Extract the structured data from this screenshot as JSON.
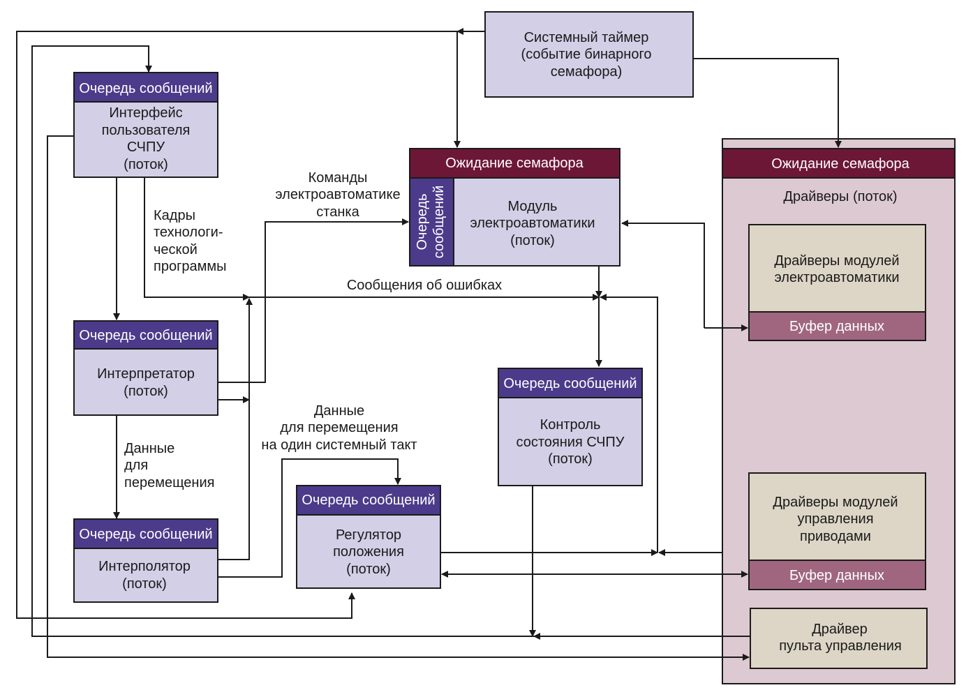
{
  "system_timer": [
    "Системный таймер",
    "(событие бинарного",
    "семафора)"
  ],
  "ui_thread": {
    "queue": "Очередь сообщений",
    "body": [
      "Интерфейс",
      "пользователя",
      "СЧПУ",
      "(поток)"
    ]
  },
  "plc_module": {
    "wait": "Ожидание семафора",
    "queue_vertical": [
      "Очередь",
      "сообщений"
    ],
    "body": [
      "Модуль",
      "электроавтоматики",
      "(поток)"
    ]
  },
  "drivers": {
    "wait": "Ожидание семафора",
    "title": "Драйверы (поток)",
    "plc_drivers": [
      "Драйверы модулей",
      "электроавтоматики"
    ],
    "plc_buffer": "Буфер данных",
    "drive_drivers": [
      "Драйверы модулей",
      "управления",
      "приводами"
    ],
    "drive_buffer": "Буфер данных",
    "panel_driver": [
      "Драйвер",
      "пульта управления"
    ]
  },
  "interpreter": {
    "queue": "Очередь сообщений",
    "body": [
      "Интерпретатор",
      "(поток)"
    ]
  },
  "interpolator": {
    "queue": "Очередь сообщений",
    "body": [
      "Интерполятор",
      "(поток)"
    ]
  },
  "regulator": {
    "queue": "Очередь сообщений",
    "body": [
      "Регулятор",
      "положения",
      "(поток)"
    ]
  },
  "monitor": {
    "queue": "Очередь сообщений",
    "body": [
      "Контроль",
      "состояния СЧПУ",
      "(поток)"
    ]
  },
  "labels": {
    "machine_commands": [
      "Команды",
      "электроавтоматике",
      "станка"
    ],
    "program_frames": [
      "Кадры",
      "технологи-",
      "ческой",
      "программы"
    ],
    "error_messages": "Сообщения об ошибках",
    "motion_data": [
      "Данные",
      "для",
      "перемещения"
    ],
    "tick_data": [
      "Данные",
      "для перемещения",
      "на один системный такт"
    ]
  },
  "colors": {
    "box_fill": "#d2cfe6",
    "queue_header": "#4b3b8a",
    "semaphore_header": "#6d1737",
    "drivers_panel": "#ddc9d1",
    "driver_box": "#ddd5c6",
    "buffer_fill": "#a06680"
  }
}
